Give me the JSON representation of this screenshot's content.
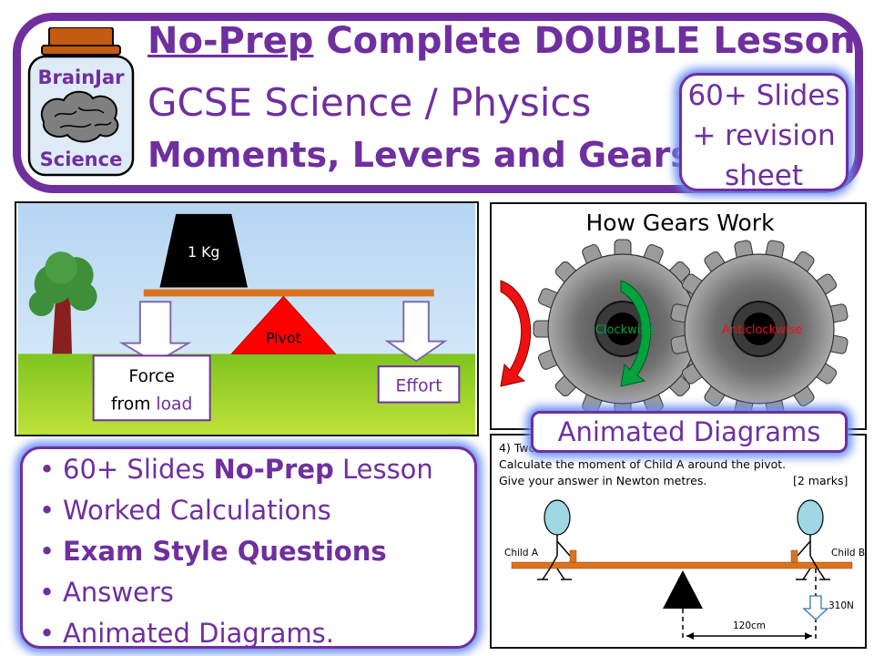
{
  "header": {
    "title_prefix": "No-Prep",
    "title_rest": " Complete DOUBLE Lesson",
    "subtitle": "GCSE Science / Physics",
    "topic": "Moments, Levers and Gears"
  },
  "logo": {
    "line1": "BrainJar",
    "line2": "Science"
  },
  "badge": {
    "line1": "60+ Slides",
    "line2": "+ revision",
    "line3": "sheet"
  },
  "lever": {
    "weight_label": "1 Kg",
    "pivot_label": "Pivot",
    "force_line1": "Force",
    "force_line2_prefix": "from ",
    "force_line2_accent": "load",
    "effort_label": "Effort"
  },
  "gears": {
    "title": "How Gears Work",
    "left_label": "Clockwise",
    "right_label": "Anticlockwise",
    "animated_label": "Animated Diagrams"
  },
  "exam": {
    "line1": "4) Two",
    "line2": "Calculate the moment of Child A around the pivot.",
    "line3": "Give your answer in Newton metres.",
    "marks": "[2 marks]",
    "child_a": "Child A",
    "child_b": "Child B",
    "force": "310N",
    "distance": "120cm"
  },
  "bullets": {
    "item1_prefix": "60+ Slides ",
    "item1_bold": "No-Prep",
    "item1_suffix": " Lesson",
    "item2": "Worked Calculations",
    "item3": "Exam Style Questions",
    "item4": "Answers",
    "item5": "Animated Diagrams."
  },
  "colors": {
    "brand_purple": "#6f2f9f",
    "glow_blue": "#6a8ef0",
    "beam_orange": "#d9731f",
    "pivot_red": "#ff0000",
    "clockwise_green": "#00a33c",
    "anticlockwise_red": "#ee1111"
  }
}
